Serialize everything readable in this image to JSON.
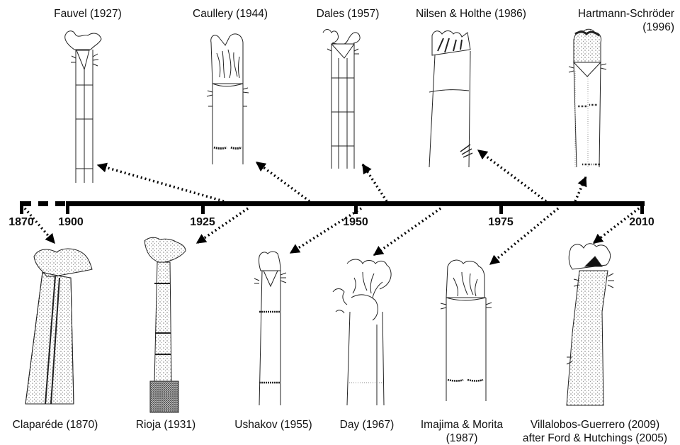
{
  "timeline": {
    "years": [
      "1870",
      "1900",
      "1925",
      "1950",
      "1975",
      "2010"
    ]
  },
  "top_labels": {
    "fauvel": "Fauvel (1927)",
    "caullery": "Caullery (1944)",
    "dales": "Dales (1957)",
    "nilsen": "Nilsen & Holthe (1986)",
    "hartmann_line1": "Hartmann-Schröder",
    "hartmann_line2": "(1996)"
  },
  "bottom_labels": {
    "claparede": "Claparéde (1870)",
    "rioja": "Rioja (1931)",
    "ushakov": "Ushakov (1955)",
    "day": "Day (1967)",
    "imajima_line1": "Imajima & Morita",
    "imajima_line2": "(1987)",
    "villalobos_line1": "Villalobos-Guerrero (2009)",
    "villalobos_line2": "after Ford & Hutchings (2005)"
  }
}
